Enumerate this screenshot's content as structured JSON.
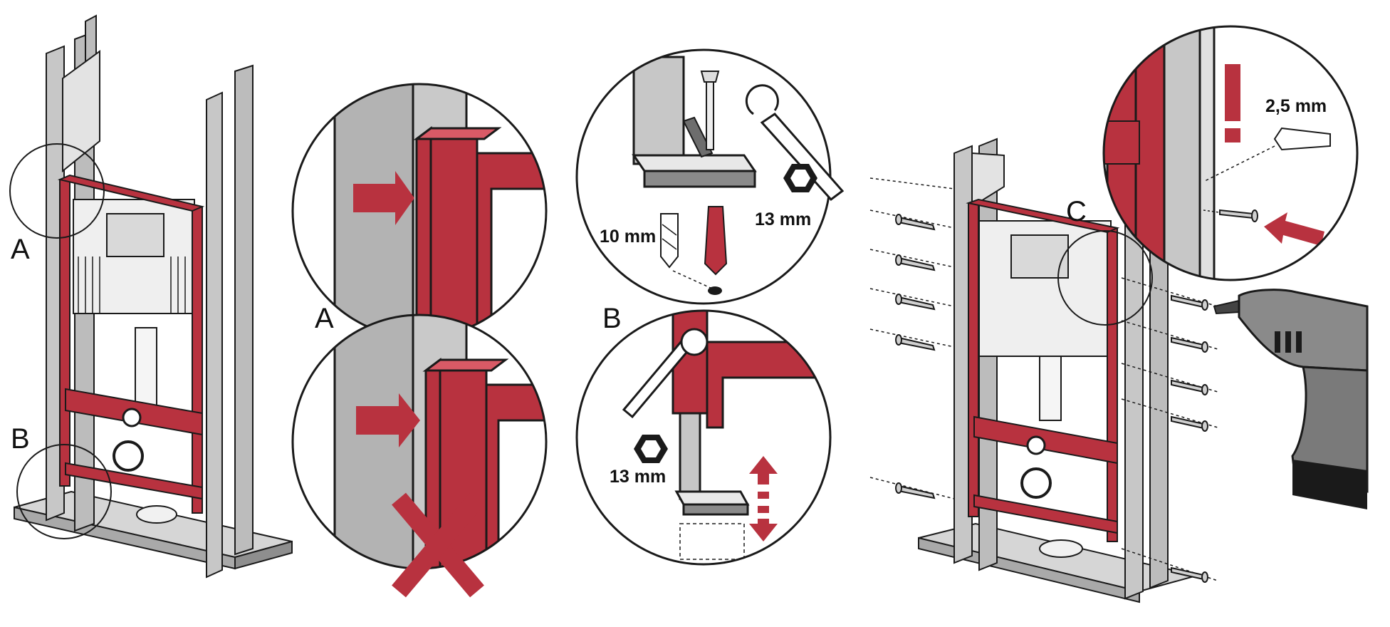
{
  "labels": {
    "a_left": "A",
    "b_left": "B",
    "a_detail": "A",
    "b_detail": "B",
    "c_right": "C",
    "warning": "!"
  },
  "measurements": {
    "drill_bit_anchor": "10 mm",
    "wrench_top": "13 mm",
    "wrench_bottom": "13 mm",
    "drill_bit_screw": "2,5 mm"
  },
  "colors": {
    "frame_red": "#b8323f",
    "steel_gray": "#bcbcbc",
    "outline": "#1a1a1a"
  },
  "icons": [
    "arrow-icon",
    "x-mark-icon",
    "wrench-icon",
    "hex-nut-icon",
    "drill-bit-icon",
    "wall-plug-icon",
    "screw-icon",
    "drill-icon",
    "double-arrow-icon",
    "exclamation-icon"
  ]
}
